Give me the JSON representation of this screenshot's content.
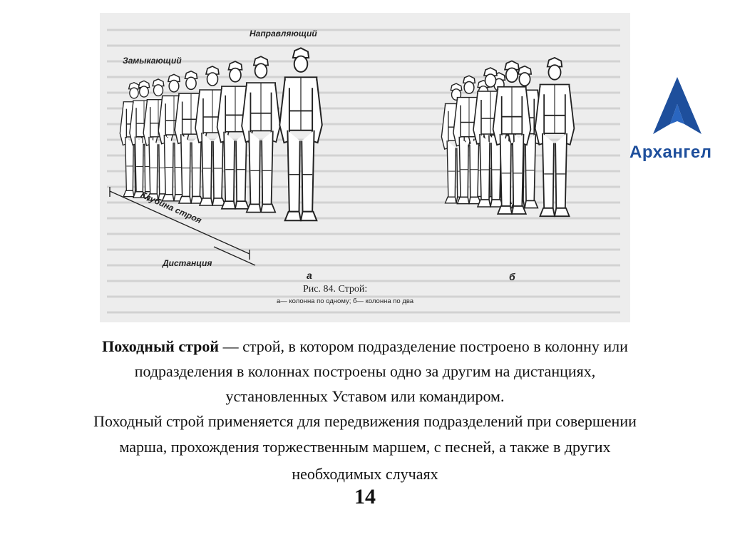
{
  "figure": {
    "labels": {
      "leader": "Направляющий",
      "closer": "Замыкающий",
      "depth": "Глубина строя",
      "distance": "Дистанция",
      "panel_a": "а",
      "panel_b": "б"
    },
    "caption": "Рис. 84. Строй:",
    "caption_sub": "а— колонна по одному; б— колонна по два"
  },
  "logo": {
    "name": "Архангел",
    "color": "#1e4f9c"
  },
  "definition": {
    "term": "Походный строй",
    "rest_line1": " — строй, в котором подразделение построено в колонну или",
    "line2": "подразделения в колоннах построены одно за другим на дистанциях,",
    "line3": "установленных Уставом или командиром."
  },
  "usage": {
    "line1": "Походный строй применяется для передвижения подразделений при совершении",
    "line2": "марша, прохождения торжественным маршем, с песней, а также в других",
    "line3": "необходимых случаях"
  },
  "page_number": "14"
}
